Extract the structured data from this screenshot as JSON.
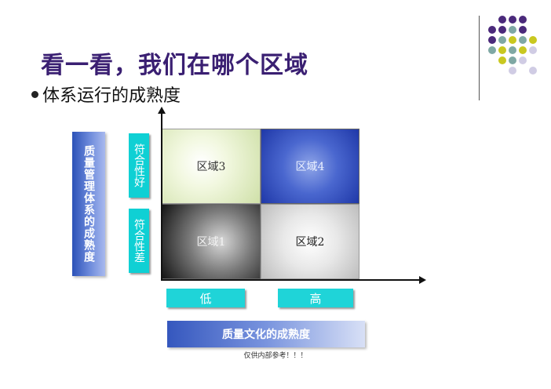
{
  "slide": {
    "title": "看一看，我们在哪个区域",
    "bullet": "体系运行的成熟度",
    "footer": "仅供内部参考！！！"
  },
  "matrix": {
    "y_axis_label": "质量管理体系的成熟度",
    "y_good": "符合性好",
    "y_bad": "符合性差",
    "x_low": "低",
    "x_high": "高",
    "x_axis_label": "质量文化的成熟度",
    "quadrants": {
      "q3": "区域3",
      "q4": "区域4",
      "q1": "区域1",
      "q2": "区域2"
    }
  },
  "colors": {
    "title": "#3a1f72",
    "cyan": "#0fd0d4",
    "blue": "#2c52b8",
    "dot_purple": "#4b2a7b",
    "dot_teal": "#7fa8a4",
    "dot_yellow": "#c9c820",
    "dot_lilac": "#d0cce4"
  }
}
